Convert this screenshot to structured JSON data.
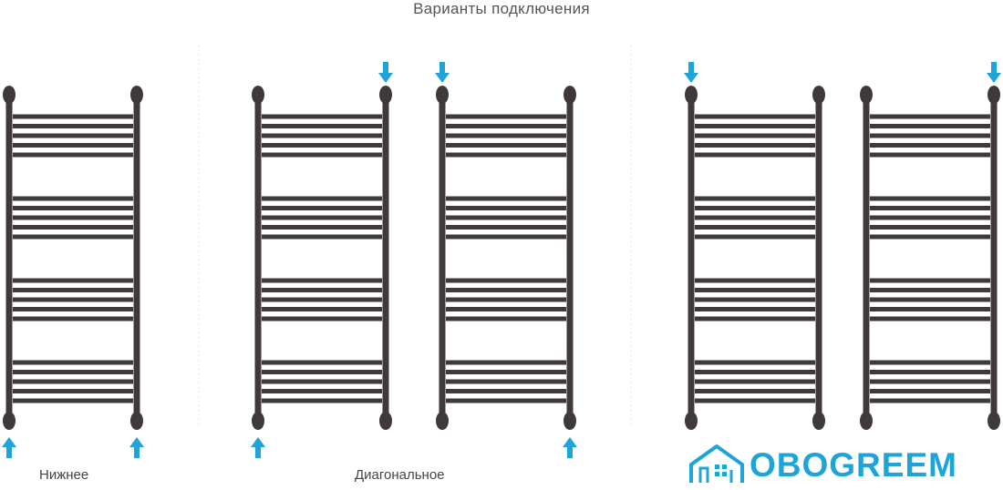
{
  "title": "Варианты подключения",
  "labels": {
    "bottom": "Нижнее",
    "diagonal": "Диагональное"
  },
  "brand": {
    "name": "OBOGREEM",
    "color": "#1ea4d8"
  },
  "colors": {
    "radiator": "#3f3a39",
    "arrow": "#1ea4d8",
    "separator": "#d6d6d6"
  },
  "radiators": [
    {
      "variant": "Нижнее",
      "inlets": [
        "bottom-left",
        "bottom-right"
      ]
    },
    {
      "variant": "Диагональное",
      "inlets": [
        "top-right",
        "bottom-left"
      ]
    },
    {
      "variant": "Диагональное",
      "inlets": [
        "top-left",
        "bottom-right"
      ]
    },
    {
      "variant": "",
      "inlets": [
        "top-left"
      ]
    },
    {
      "variant": "",
      "inlets": [
        "top-right"
      ]
    }
  ]
}
